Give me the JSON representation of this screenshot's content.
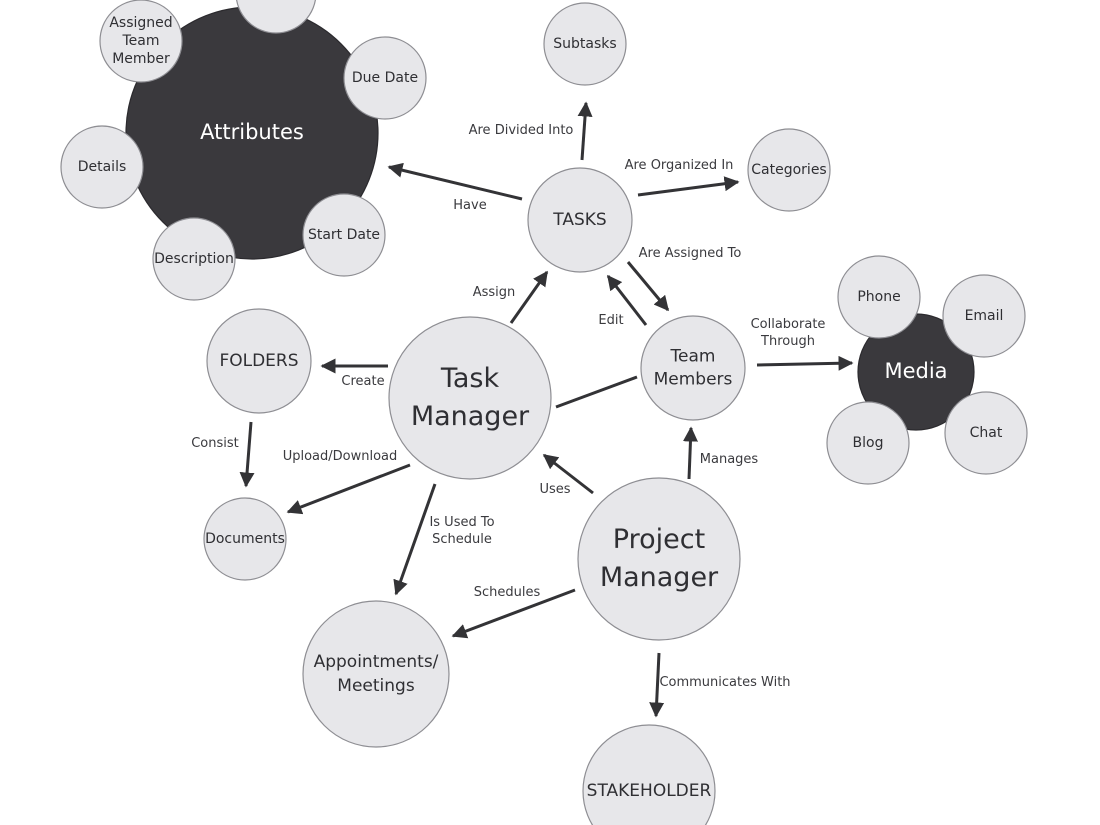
{
  "colors": {
    "node_fill": "#e7e7ea",
    "node_stroke": "#8e8e93",
    "dark_fill": "#3a393d",
    "edge": "#333336"
  },
  "nodes": {
    "attributes": [
      "Attributes"
    ],
    "assigned_member": [
      "Assigned",
      "Team",
      "Member"
    ],
    "priority": [],
    "due_date": [
      "Due Date"
    ],
    "details": [
      "Details"
    ],
    "start_date": [
      "Start Date"
    ],
    "description": [
      "Description"
    ],
    "subtasks": [
      "Subtasks"
    ],
    "tasks": [
      "TASKS"
    ],
    "categories": [
      "Categories"
    ],
    "folders": [
      "FOLDERS"
    ],
    "task_manager": [
      "Task",
      "Manager"
    ],
    "team_members": [
      "Team",
      "Members"
    ],
    "media": [
      "Media"
    ],
    "phone": [
      "Phone"
    ],
    "email": [
      "Email"
    ],
    "blog": [
      "Blog"
    ],
    "chat": [
      "Chat"
    ],
    "documents": [
      "Documents"
    ],
    "project_manager": [
      "Project",
      "Manager"
    ],
    "appointments": [
      "Appointments/",
      "Meetings"
    ],
    "stakeholder": [
      "STAKEHOLDER"
    ]
  },
  "edge_labels": {
    "have": [
      "Have"
    ],
    "divided": [
      "Are Divided Into"
    ],
    "organized": [
      "Are Organized In"
    ],
    "assigned_to": [
      "Are Assigned To"
    ],
    "assign": [
      "Assign"
    ],
    "edit": [
      "Edit"
    ],
    "collaborate": [
      "Collaborate",
      "Through"
    ],
    "create": [
      "Create"
    ],
    "consist": [
      "Consist"
    ],
    "upload": [
      "Upload/Download"
    ],
    "used_to_schedule": [
      "Is Used To",
      "Schedule"
    ],
    "uses": [
      "Uses"
    ],
    "manages": [
      "Manages"
    ],
    "schedules": [
      "Schedules"
    ],
    "communicates": [
      "Communicates With"
    ]
  }
}
